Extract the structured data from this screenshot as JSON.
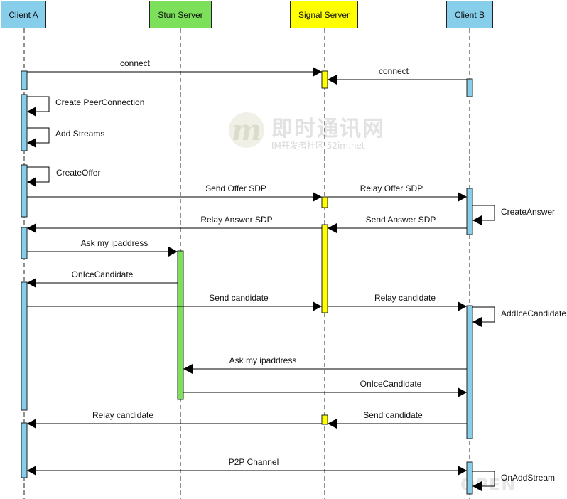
{
  "actors": [
    {
      "id": "clientA",
      "label": "Client A",
      "color": "#87CEEB"
    },
    {
      "id": "stun",
      "label": "Stun Server",
      "color": "#7CE05A"
    },
    {
      "id": "signal",
      "label": "Signal Server",
      "color": "#FFFF00"
    },
    {
      "id": "clientB",
      "label": "Client B",
      "color": "#87CEEB"
    }
  ],
  "messages": [
    {
      "from": "clientA",
      "to": "signal",
      "label": "connect"
    },
    {
      "from": "clientB",
      "to": "signal",
      "label": "connect"
    },
    {
      "from": "clientA",
      "to": "clientA",
      "label": "Create PeerConnection"
    },
    {
      "from": "clientA",
      "to": "clientA",
      "label": "Add Streams"
    },
    {
      "from": "clientA",
      "to": "clientA",
      "label": "CreateOffer"
    },
    {
      "from": "clientA",
      "to": "signal",
      "label": "Send Offer SDP"
    },
    {
      "from": "signal",
      "to": "clientB",
      "label": "Relay Offer SDP"
    },
    {
      "from": "clientB",
      "to": "clientB",
      "label": "CreateAnswer"
    },
    {
      "from": "signal",
      "to": "clientA",
      "label": "Relay Answer SDP"
    },
    {
      "from": "clientB",
      "to": "signal",
      "label": "Send Answer SDP"
    },
    {
      "from": "clientA",
      "to": "stun",
      "label": "Ask my ipaddress"
    },
    {
      "from": "stun",
      "to": "clientA",
      "label": "OnIceCandidate"
    },
    {
      "from": "clientA",
      "to": "signal",
      "label": "Send candidate"
    },
    {
      "from": "signal",
      "to": "clientB",
      "label": "Relay candidate"
    },
    {
      "from": "clientB",
      "to": "clientB",
      "label": "AddIceCandidate"
    },
    {
      "from": "clientB",
      "to": "stun",
      "label": "Ask my ipaddress"
    },
    {
      "from": "stun",
      "to": "clientB",
      "label": "OnIceCandidate"
    },
    {
      "from": "signal",
      "to": "clientA",
      "label": "Relay candidate"
    },
    {
      "from": "clientB",
      "to": "signal",
      "label": "Send candidate"
    },
    {
      "from": "clientA",
      "to": "clientB",
      "label": "P2P Channel",
      "bidirectional": true
    },
    {
      "from": "clientB",
      "to": "clientB",
      "label": "OnAddStream"
    }
  ],
  "watermark": {
    "logo": "m",
    "title": "即时通讯网",
    "subtitle": "IM开发者社区 52im.net",
    "corner": "OPEN"
  }
}
